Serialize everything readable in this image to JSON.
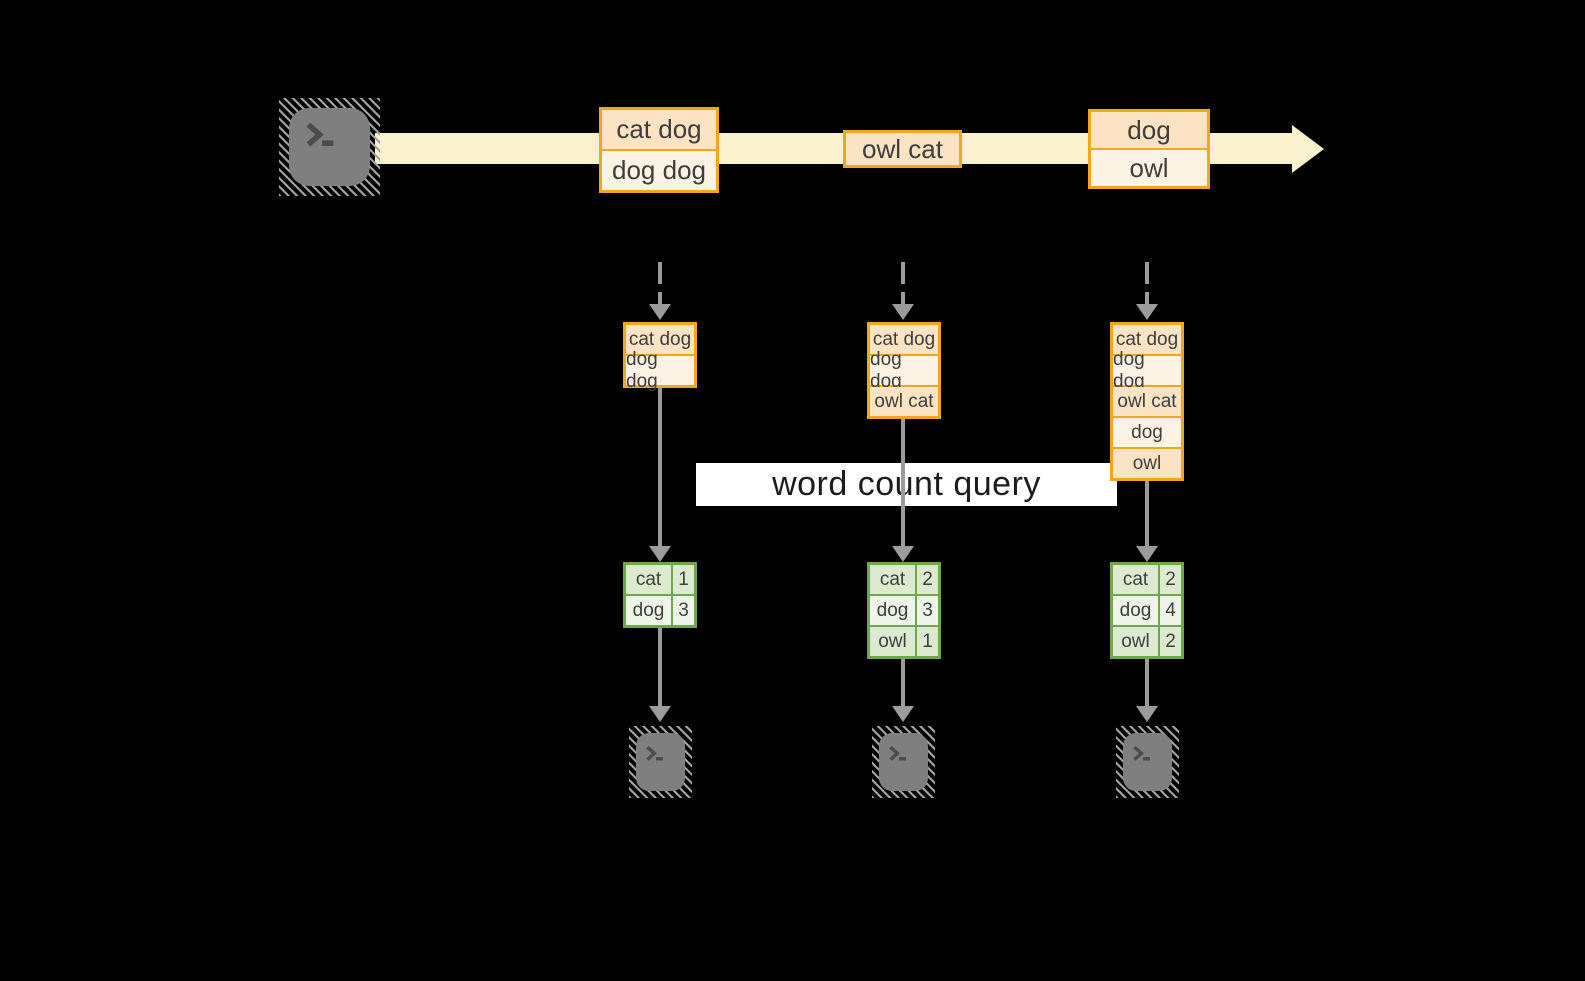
{
  "diagram": {
    "query_label": "word count query",
    "stream": {
      "messages": [
        {
          "lines": [
            "cat dog",
            "dog dog"
          ]
        },
        {
          "lines": [
            "owl cat"
          ]
        },
        {
          "lines": [
            "dog",
            "owl"
          ]
        }
      ]
    },
    "columns": [
      {
        "records": [
          "cat dog",
          "dog dog"
        ],
        "counts": [
          {
            "word": "cat",
            "count": "1"
          },
          {
            "word": "dog",
            "count": "3"
          }
        ]
      },
      {
        "records": [
          "cat dog",
          "dog dog",
          "owl cat"
        ],
        "counts": [
          {
            "word": "cat",
            "count": "2"
          },
          {
            "word": "dog",
            "count": "3"
          },
          {
            "word": "owl",
            "count": "1"
          }
        ]
      },
      {
        "records": [
          "cat dog",
          "dog dog",
          "owl cat",
          "dog",
          "owl"
        ],
        "counts": [
          {
            "word": "cat",
            "count": "2"
          },
          {
            "word": "dog",
            "count": "4"
          },
          {
            "word": "owl",
            "count": "2"
          }
        ]
      }
    ]
  },
  "colors": {
    "background": "#000000",
    "stream_band": "#FAF1CE",
    "box_border": "#F2A71B",
    "box_fill_dark": "#FBE3C4",
    "box_fill_light": "#FDF3E4",
    "table_border": "#6FA84C",
    "table_fill_dark": "#DCEAD0",
    "table_fill_light": "#EEF4E8",
    "arrow_gray": "#9B9B9B",
    "terminal_gray": "#7F7F7F",
    "query_bg": "#FFFFFF",
    "text": "#3E3E3E"
  }
}
